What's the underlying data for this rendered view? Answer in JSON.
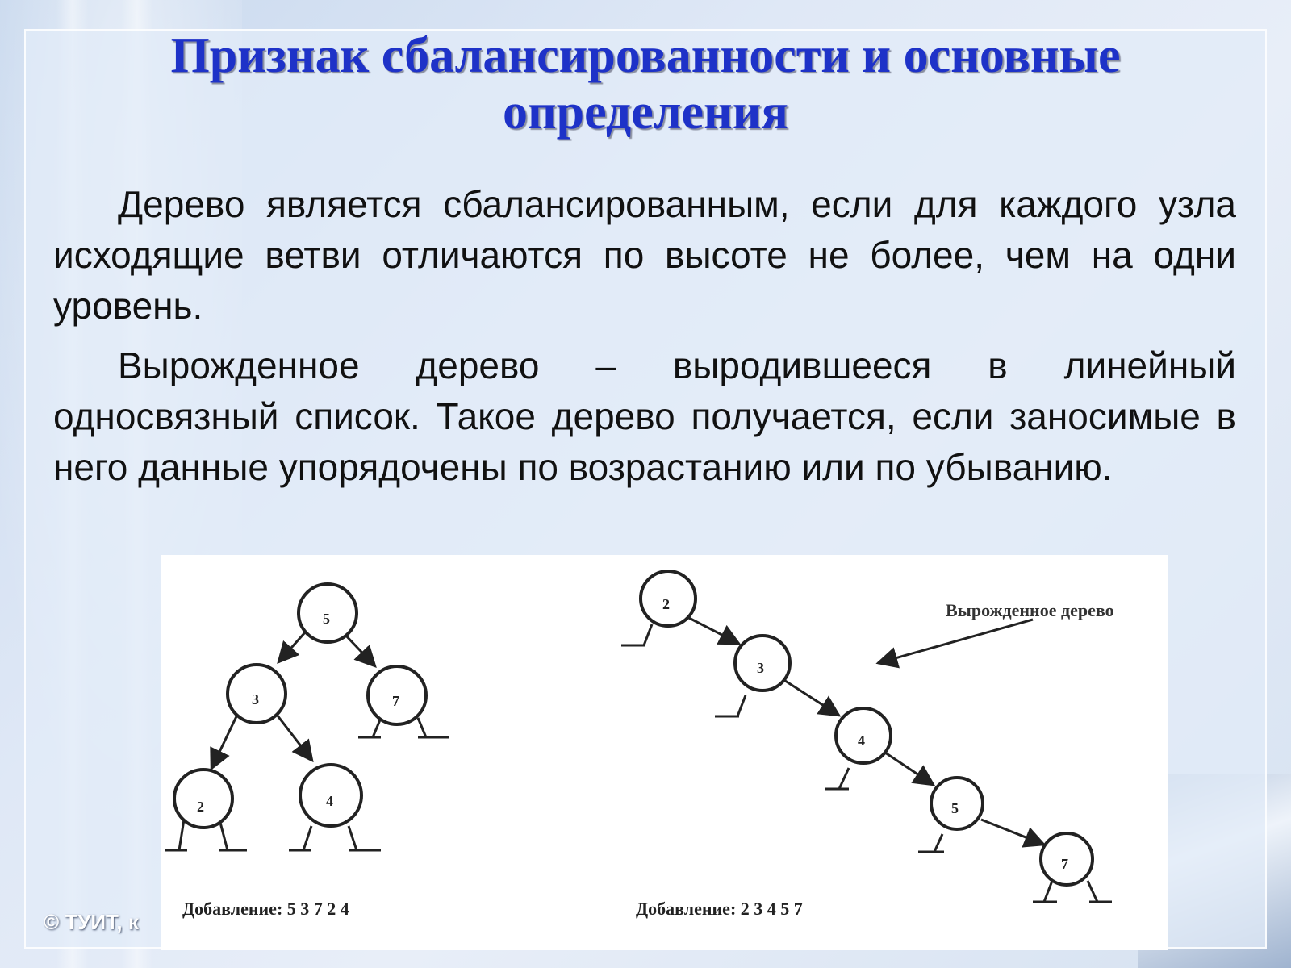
{
  "slide": {
    "title_line1": "Признак сбалансированности и основные",
    "title_line2": "определения",
    "paragraph1": "Дерево является сбалансированным, если для каждого узла исходящие ветви отличаются по высоте не более, чем на одни уровень.",
    "paragraph2": "Вырожденное дерево – выродившееся в линейный односвязный список. Такое дерево получается, если заносимые в него данные упорядочены по возрастанию или по убыванию.",
    "footer": "© ТУИТ, к"
  },
  "diagram": {
    "balanced_tree": {
      "nodes": [
        "5",
        "3",
        "7",
        "2",
        "4"
      ],
      "caption": "Добавление: 5 3 7 2 4"
    },
    "degenerate_tree": {
      "nodes": [
        "2",
        "3",
        "4",
        "5",
        "7"
      ],
      "annotation": "Вырожденное дерево",
      "caption": "Добавление: 2 3 4 5 7"
    }
  },
  "colors": {
    "title": "#1e32c8",
    "text": "#111111",
    "figure_bg": "#ffffff"
  }
}
